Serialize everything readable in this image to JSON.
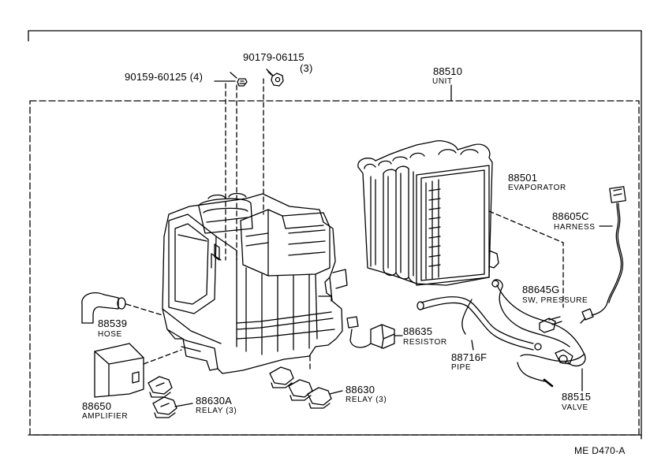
{
  "footer": {
    "code": "ME  D470-A"
  },
  "parts": [
    {
      "id": "p0",
      "number": "90159-60125 (4)",
      "name": ""
    },
    {
      "id": "p1",
      "number": "90179-06115",
      "name": "(3)"
    },
    {
      "id": "p2",
      "number": "88510",
      "name": "UNIT"
    },
    {
      "id": "p3",
      "number": "88501",
      "name": "EVAPORATOR"
    },
    {
      "id": "p4",
      "number": "88605C",
      "name": "HARNESS"
    },
    {
      "id": "p5",
      "number": "88645G",
      "name": "SW, PRESSURE"
    },
    {
      "id": "p6",
      "number": "88539",
      "name": "HOSE"
    },
    {
      "id": "p7",
      "number": "88635",
      "name": "RESISTOR"
    },
    {
      "id": "p8",
      "number": "88716F",
      "name": "PIPE"
    },
    {
      "id": "p9",
      "number": "88515",
      "name": "VALVE"
    },
    {
      "id": "p10",
      "number": "88650",
      "name": "AMPLIFIER"
    },
    {
      "id": "p11",
      "number": "88630A",
      "name": "RELAY (3)"
    },
    {
      "id": "p12",
      "number": "88630",
      "name": "RELAY (3)"
    }
  ],
  "colors": {
    "ink": "#000000",
    "paper": "#ffffff"
  }
}
